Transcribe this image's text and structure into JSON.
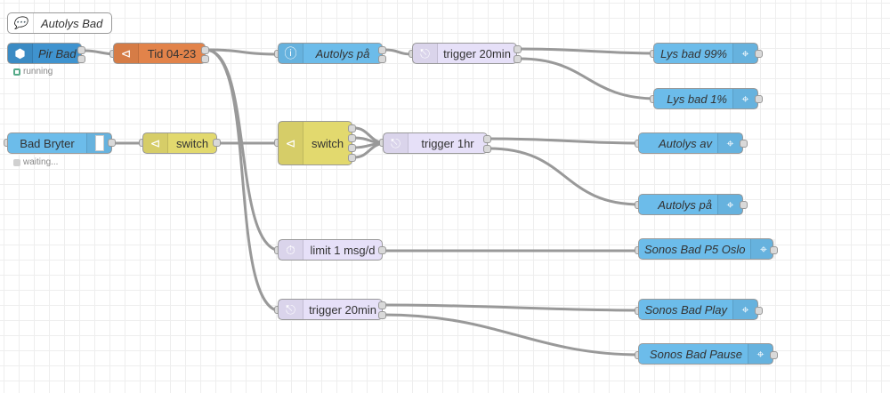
{
  "colors": {
    "mqtt_in": "#3f93cf",
    "switch_orange": "#e2834a",
    "switch_yellow": "#e2d96e",
    "trigger": "#e6e0f8",
    "homekit": "#6cbcea",
    "homekit_node": "#6cbcea",
    "wire": "#999999",
    "status_running": "#5a8",
    "status_waiting": "#d0d0d0"
  },
  "comment": {
    "label": "Autolys Bad",
    "icon": "comment-icon"
  },
  "nodes": {
    "pir_bad": {
      "label": "Pir Bad",
      "icon": "sensor-icon",
      "status": "running"
    },
    "tid": {
      "label": "Tid 04-23",
      "icon": "switch-icon"
    },
    "bad_bryter": {
      "label": "Bad Bryter",
      "icon": "button-icon",
      "status": "waiting..."
    },
    "switch_small": {
      "label": "switch",
      "icon": "switch-icon"
    },
    "switch_big": {
      "label": "switch",
      "icon": "switch-icon"
    },
    "autolys_pa_in": {
      "label": "Autolys på",
      "icon": "info-icon"
    },
    "trigger_20_top": {
      "label": "trigger 20min",
      "icon": "trigger-icon"
    },
    "trigger_1hr": {
      "label": "trigger 1hr",
      "icon": "trigger-icon"
    },
    "limit": {
      "label": "limit 1 msg/d",
      "icon": "timer-icon"
    },
    "trigger_20_bottom": {
      "label": "trigger 20min",
      "icon": "trigger-icon"
    },
    "lys_99": {
      "label": "Lys bad 99%",
      "icon": "router-icon"
    },
    "lys_1": {
      "label": "Lys bad 1%",
      "icon": "router-icon"
    },
    "autolys_av": {
      "label": "Autolys av",
      "icon": "router-icon"
    },
    "autolys_pa_out": {
      "label": "Autolys på",
      "icon": "router-icon"
    },
    "sonos_p5": {
      "label": "Sonos Bad P5 Oslo",
      "icon": "router-icon"
    },
    "sonos_play": {
      "label": "Sonos Bad Play",
      "icon": "router-icon"
    },
    "sonos_pause": {
      "label": "Sonos Bad Pause",
      "icon": "router-icon"
    }
  }
}
